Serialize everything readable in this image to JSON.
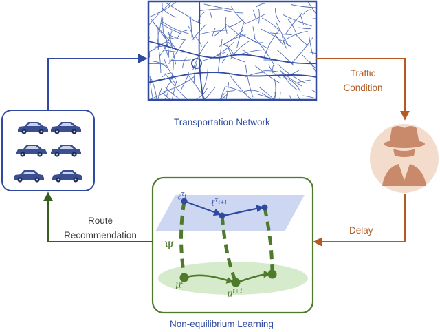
{
  "nodes": {
    "network": {
      "caption": "Transportation Network"
    },
    "learning": {
      "caption": "Non-equilibrium Learning"
    }
  },
  "edges": {
    "traffic": {
      "line1": "Traffic",
      "line2": "Condition"
    },
    "delay": {
      "label": "Delay"
    },
    "route": {
      "line1": "Route",
      "line2": "Recommendation"
    }
  },
  "math": {
    "l1_base": "ℓ",
    "l1_sup": "τ",
    "l1_sub": "t",
    "l2_base": "ℓ",
    "l2_sup": "τ",
    "l2_sub": "t+1",
    "psi": "Ψ",
    "mu1_base": "μ",
    "mu1_sup": "t",
    "mu2_base": "μ",
    "mu2_sup": "t+1"
  },
  "colors": {
    "blue": "#2f4aa0",
    "orange": "#b35b22",
    "green": "#4f7a2c",
    "dark_green": "#355f1f",
    "plane": "#c8d3ef",
    "ellipse": "#d6ebcc",
    "spy_bg": "#f3dccc",
    "spy_fg": "#c9896b",
    "car": "#3b4e8f"
  },
  "icons": {
    "cars": "car-icon",
    "adversary": "spy-icon"
  }
}
